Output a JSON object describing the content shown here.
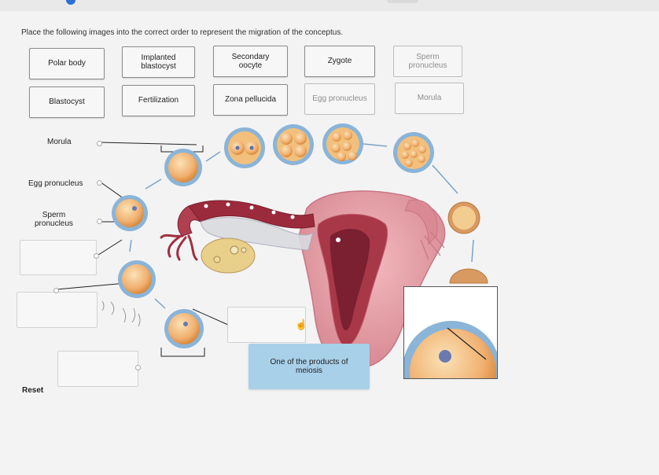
{
  "instruction": "Place the following images into the correct order to represent the migration of the conceptus.",
  "tiles": [
    {
      "id": "polar-body",
      "label": "Polar body",
      "used": false
    },
    {
      "id": "implanted-blastocyst",
      "label": "Implanted\nblastocyst",
      "used": false
    },
    {
      "id": "secondary-oocyte",
      "label": "Secondary\noocyte",
      "used": false
    },
    {
      "id": "zygote",
      "label": "Zygote",
      "used": false
    },
    {
      "id": "sperm-pronucleus",
      "label": "Sperm\npronucleus",
      "used": true
    },
    {
      "id": "blastocyst",
      "label": "Blastocyst",
      "used": false
    },
    {
      "id": "fertilization",
      "label": "Fertilization",
      "used": false
    },
    {
      "id": "zona-pellucida",
      "label": "Zona pellucida",
      "used": false
    },
    {
      "id": "egg-pronucleus",
      "label": "Egg pronucleus",
      "used": true
    },
    {
      "id": "morula",
      "label": "Morula",
      "used": true
    }
  ],
  "placed_labels": {
    "morula": "Morula",
    "egg_pronucleus": "Egg pronucleus",
    "sperm_pronucleus": "Sperm\npronucleus"
  },
  "feedback": "One of the products of\nmeiosis",
  "reset": "Reset",
  "colors": {
    "feedback_bg": "#a8d0e9",
    "uterus": "#e8a0a8",
    "tube": "#a03040",
    "cell": "#f0b070",
    "zona": "#8ab4d8"
  }
}
